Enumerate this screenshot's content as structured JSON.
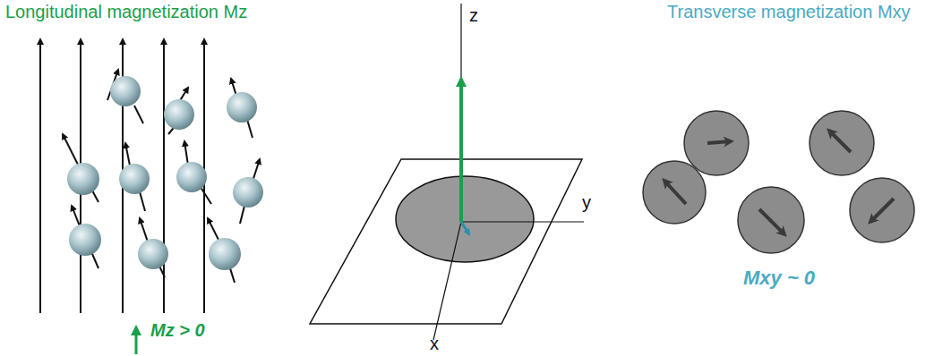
{
  "diagram": {
    "labels": [
      "Longitudinal magnetization Mz",
      "Transverse magnetization Mxy",
      "Mz > 0",
      "z",
      "y",
      "x",
      "Mxy ~ 0"
    ]
  }
}
